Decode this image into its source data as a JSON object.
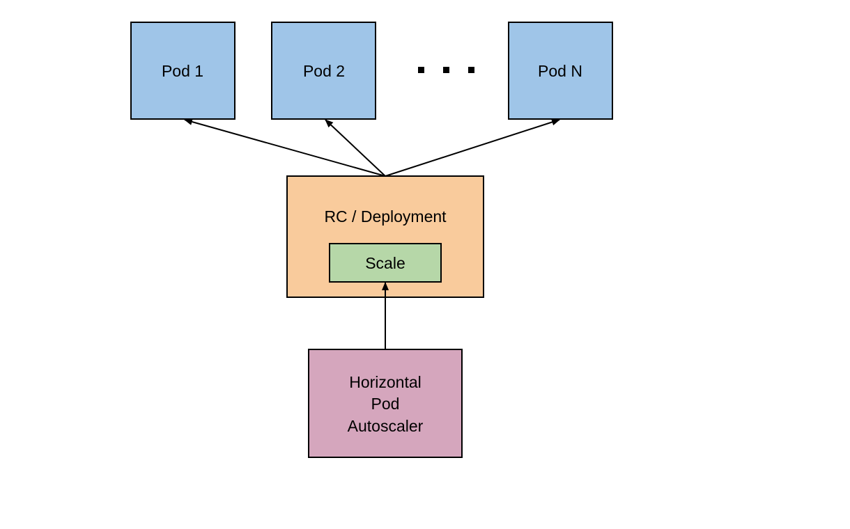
{
  "nodes": {
    "pod1": {
      "label": "Pod 1"
    },
    "pod2": {
      "label": "Pod 2"
    },
    "podN": {
      "label": "Pod N"
    },
    "deployment": {
      "label": "RC / Deployment"
    },
    "scale": {
      "label": "Scale"
    },
    "hpa": {
      "lines": [
        "Horizontal",
        "Pod",
        "Autoscaler"
      ]
    }
  },
  "edges": [
    {
      "from": "deployment",
      "to": "pod1"
    },
    {
      "from": "deployment",
      "to": "pod2"
    },
    {
      "from": "deployment",
      "to": "podN"
    },
    {
      "from": "hpa",
      "to": "scale"
    }
  ],
  "colors": {
    "pod_fill": "#9fc5e8",
    "deployment_fill": "#f9cb9c",
    "scale_fill": "#b6d7a8",
    "hpa_fill": "#d5a6bd",
    "stroke": "#000000"
  }
}
